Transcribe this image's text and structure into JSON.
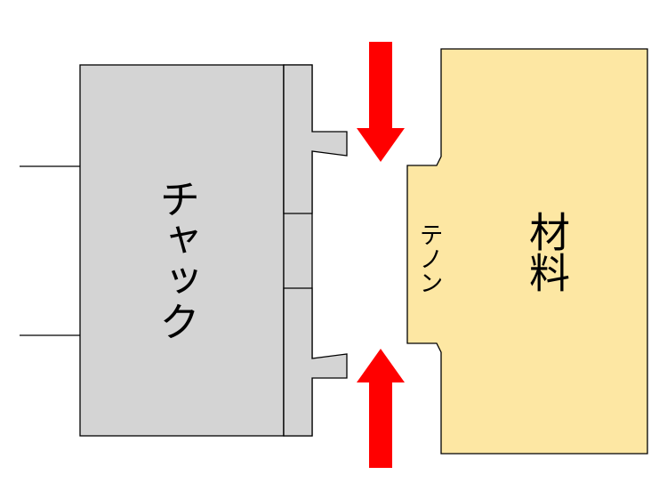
{
  "diagram": {
    "chuck_label": "チャック",
    "material_label": "材料",
    "tenon_label": "テノン"
  },
  "colors": {
    "chuck_fill": "#d4d4d4",
    "material_fill": "#fde7a3",
    "arrow": "#ff0000",
    "stroke": "#000000"
  }
}
